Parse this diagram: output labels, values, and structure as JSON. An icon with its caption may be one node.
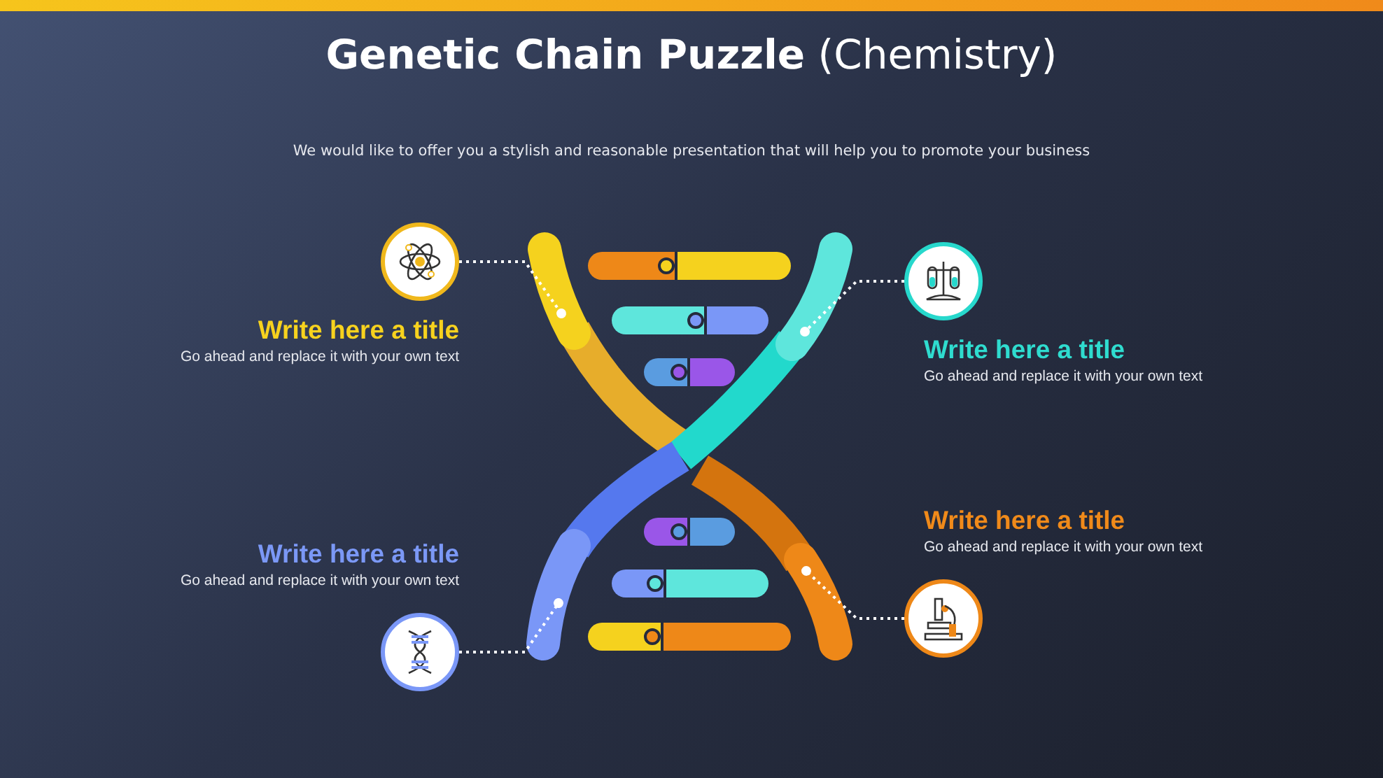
{
  "diagram": {
    "title": "**Genetic Chain Puzzle** (Chemistry)",
    "nodes": [
      {
        "text": [],
        "shape": "circle",
        "beside": [
          "Write here a title",
          "Go ahead and replace it with your own text"
        ]
      },
      {
        "text": [],
        "shape": "bar"
      },
      {
        "text": [],
        "shape": "circle",
        "beside": [
          "Write here a title",
          "Go ahead and replace it with your own text"
        ]
      },
      {
        "text": [],
        "shape": "bar"
      },
      {
        "text": [],
        "shape": "circle",
        "beside": [
          "Write here a title",
          "Go ahead and replace it with your own text"
        ]
      },
      {
        "text": [],
        "shape": "bar"
      },
      {
        "text": [],
        "shape": "circle",
        "beside": [
          "Write here a title",
          "Go ahead and replace it with your own text"
        ]
      },
      {
        "text": [],
        "shape": "bar"
      }
    ],
    "edges": [
      {
        "from": 0,
        "to": 1,
        "arrow": "other",
        "style": "dashed"
      },
      {
        "from": 2,
        "to": 3,
        "arrow": "other",
        "style": "dashed"
      },
      {
        "from": 4,
        "to": 5,
        "arrow": "other",
        "style": "dashed"
      },
      {
        "from": 6,
        "to": 7,
        "arrow": "other",
        "style": "dashed"
      }
    ],
    "labels": [
      "We would like to offer you a stylish and reasonable presentation that will help you to promote your business"
    ]
  }
}
